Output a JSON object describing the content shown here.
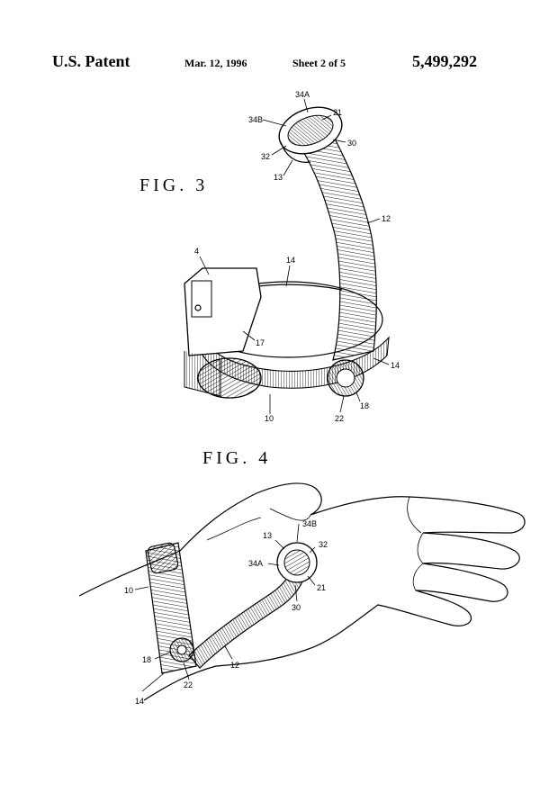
{
  "header": {
    "title": "U.S. Patent",
    "date": "Mar. 12, 1996",
    "sheet": "Sheet 2 of 5",
    "patent_number": "5,499,292"
  },
  "figures": {
    "fig3": {
      "label": "FIG. 3",
      "refs": {
        "r34a": "34A",
        "r34b": "34B",
        "r21": "21",
        "r30": "30",
        "r32": "32",
        "r13": "13",
        "r12": "12",
        "r4": "4",
        "r14a": "14",
        "r17": "17",
        "r14b": "14",
        "r10": "10",
        "r22": "22",
        "r18": "18"
      }
    },
    "fig4": {
      "label": "FIG. 4",
      "refs": {
        "r34b": "34B",
        "r13": "13",
        "r32": "32",
        "r34a": "34A",
        "r21": "21",
        "r10": "10",
        "r30": "30",
        "r18": "18",
        "r12": "12",
        "r22": "22",
        "r14": "14"
      }
    }
  }
}
